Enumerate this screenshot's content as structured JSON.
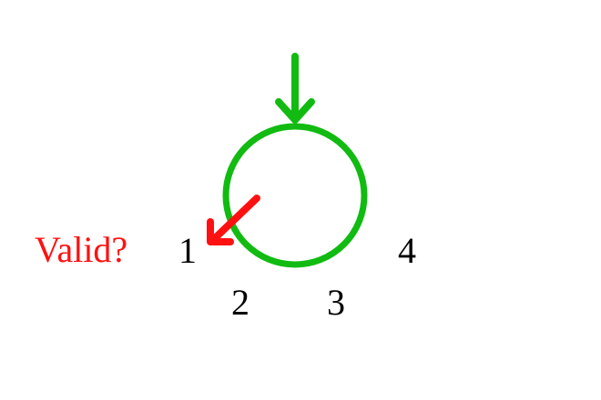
{
  "diagram": {
    "question_label": "Valid?",
    "positions": [
      {
        "label": "1"
      },
      {
        "label": "2"
      },
      {
        "label": "3"
      },
      {
        "label": "4"
      }
    ]
  },
  "colors": {
    "circle": "#11bb11",
    "entry_arrow": "#11bb11",
    "exit_arrow": "#ff1111",
    "question_label": "#ff1111",
    "position_labels": "#000000",
    "background": "#ffffff"
  }
}
